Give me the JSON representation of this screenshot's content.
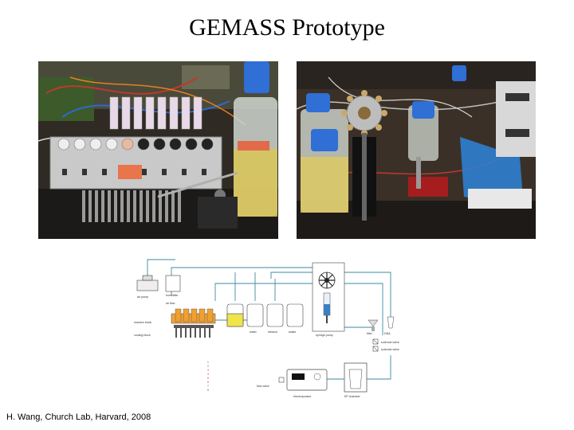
{
  "title": "GEMASS Prototype",
  "credit": "H. Wang, Church Lab, Harvard, 2008",
  "schematic": {
    "labels": {
      "air_pump": "air pump",
      "humidifier": "humidifier",
      "air_flow": "air flow",
      "reaction_block": "reaction block",
      "cooling_block": "cooling block",
      "reagent_1": "",
      "reagent_2": "water",
      "reagent_3": "ethanol",
      "reagent_4": "waste",
      "syringe_pump": "syringe pump",
      "filter": "filter",
      "dna": "DNA",
      "valve_1": "solenoid valve",
      "valve_2": "solenoid valve",
      "electroporator": "electroporator",
      "ep_chamber": "EP chamber",
      "flow_valve": "flow valve"
    },
    "legend": [
      "1",
      "2",
      "3",
      "4",
      "5",
      "6",
      "7",
      "8"
    ]
  }
}
